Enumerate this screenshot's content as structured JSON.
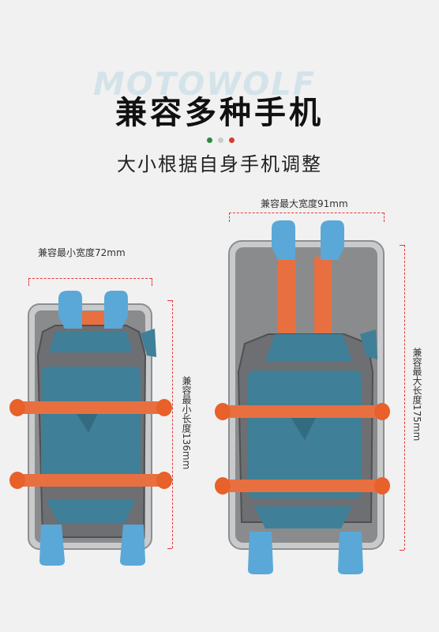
{
  "brand_watermark": "MOTOWOLF",
  "title": "兼容多种手机",
  "subtitle": "大小根据自身手机调整",
  "dots": [
    "#2e8b3a",
    "#cccccc",
    "#d83a2e"
  ],
  "small_phone": {
    "width_label": "兼容最小宽度72mm",
    "length_label": "兼容最小长度136mm"
  },
  "large_phone": {
    "width_label": "兼容最大宽度91mm",
    "length_label": "兼容最大长度175mm"
  },
  "colors": {
    "clamp_blue": "#5aa8d8",
    "pad_blue": "#3f7f97",
    "strap_orange": "#e87040",
    "frame_gray": "#6d6f72",
    "dimension_red": "#e23a3a"
  }
}
